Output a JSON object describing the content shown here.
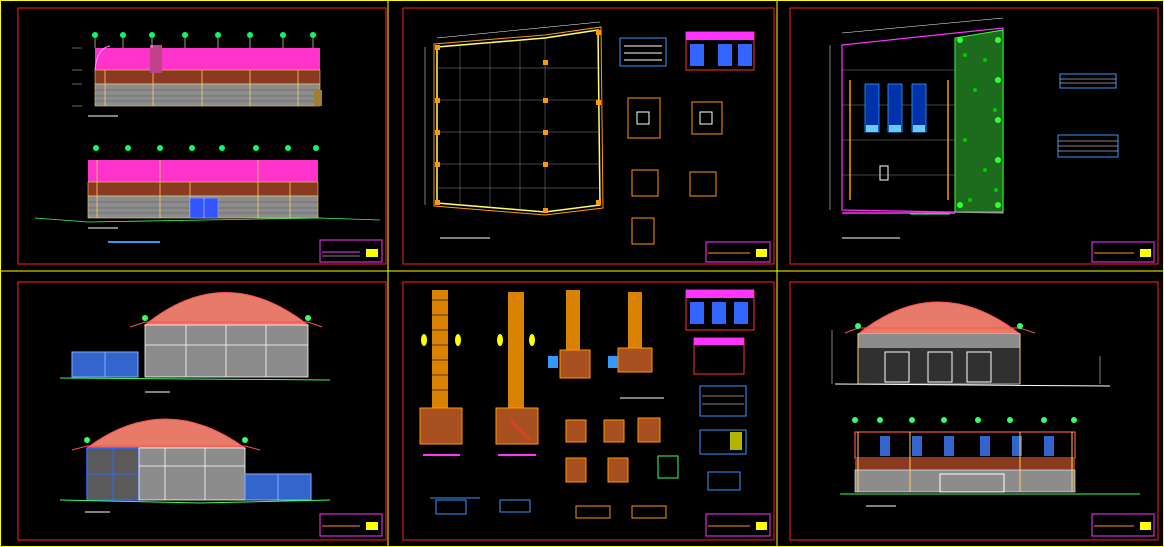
{
  "app": {
    "title": ""
  },
  "colors": {
    "background": "#000000",
    "sheet_border": "#ff0000",
    "layout_border": "#ffff00",
    "roof_magenta": "#ff33cc",
    "roof_red": "#e87a6a",
    "wall_gray": "#9a9a9a",
    "window_blue": "#3366ff",
    "column_orange": "#ff9900",
    "grid_yellow": "#ffff66",
    "tree_green": "#33cc33",
    "ground_green": "#33ff66",
    "title_block": "#ff33ff",
    "cyan": "#00ffff"
  },
  "sheets": [
    {
      "id": "A",
      "kind": "elevations-long",
      "icon": "elevation-icon"
    },
    {
      "id": "B",
      "kind": "foundation-plan",
      "icon": "plan-icon"
    },
    {
      "id": "C",
      "kind": "floor-plan",
      "icon": "plan-icon"
    },
    {
      "id": "D",
      "kind": "elevations-arch",
      "icon": "elevation-icon"
    },
    {
      "id": "E",
      "kind": "structural-details",
      "icon": "detail-icon"
    },
    {
      "id": "F",
      "kind": "sections",
      "icon": "section-icon"
    }
  ]
}
